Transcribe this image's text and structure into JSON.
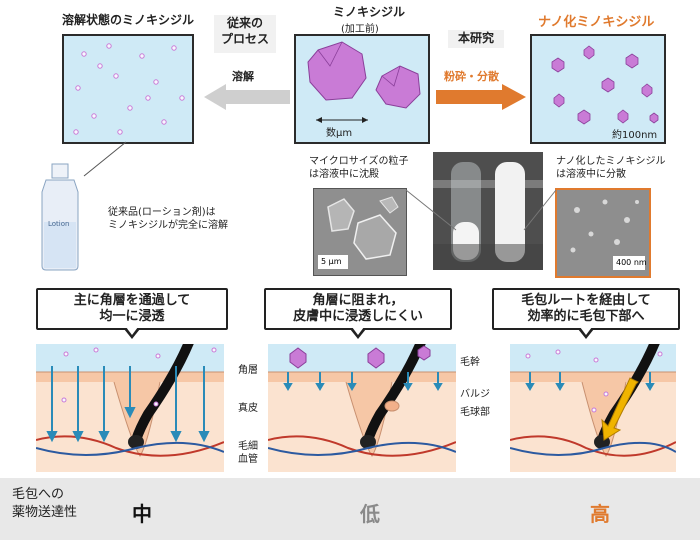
{
  "top": {
    "left_title": "溶解状態のミノキシジル",
    "center_title": "ミノキシジル",
    "center_subtitle": "(加工前)",
    "right_title": "ナノ化ミノキシジル",
    "conventional_tag_line1": "従来の",
    "conventional_tag_line2": "プロセス",
    "dissolve_label": "溶解",
    "this_study_tag": "本研究",
    "grind_label": "粉砕・分散",
    "size_micro": "数μm",
    "size_nano": "約100nm",
    "micro_caption_line1": "マイクロサイズの粒子",
    "micro_caption_line2": "は溶液中に沈殿",
    "nano_caption_line1": "ナノ化したミノキシジル",
    "nano_caption_line2": "は溶液中に分散",
    "lotion_caption_line1": "従来品(ローション剤)は",
    "lotion_caption_line2": "ミノキシジルが完全に溶解",
    "bottle_label": "Lotion",
    "sem_scale_left": "5 μm",
    "sem_scale_right": "400 nm"
  },
  "panels": [
    {
      "callout_line1": "主に角層を通過して",
      "callout_line2": "均一に浸透"
    },
    {
      "callout_line1": "角層に阻まれ，",
      "callout_line2": "皮膚中に浸透しにくい"
    },
    {
      "callout_line1": "毛包ルートを経由して",
      "callout_line2": "効率的に毛包下部へ"
    }
  ],
  "skin_labels": {
    "stratum_corneum": "角層",
    "dermis": "真皮",
    "capillary_line1": "毛細",
    "capillary_line2": "血管",
    "hair_shaft": "毛幹",
    "bulge": "バルジ",
    "hair_bulb": "毛球部"
  },
  "bottom": {
    "label_line1": "毛包への",
    "label_line2": "薬物送達性",
    "ratings": [
      "中",
      "低",
      "高"
    ]
  },
  "colors": {
    "accent_orange": "#e07a2e",
    "arrow_gray": "#cfcfcf",
    "tank_blue": "#cfeaf6",
    "particle_purple": "#c97bd6",
    "skin_top": "#f6c7a6",
    "skin_body": "#fbe3d0",
    "rating_gray": "#8a8a8a"
  }
}
